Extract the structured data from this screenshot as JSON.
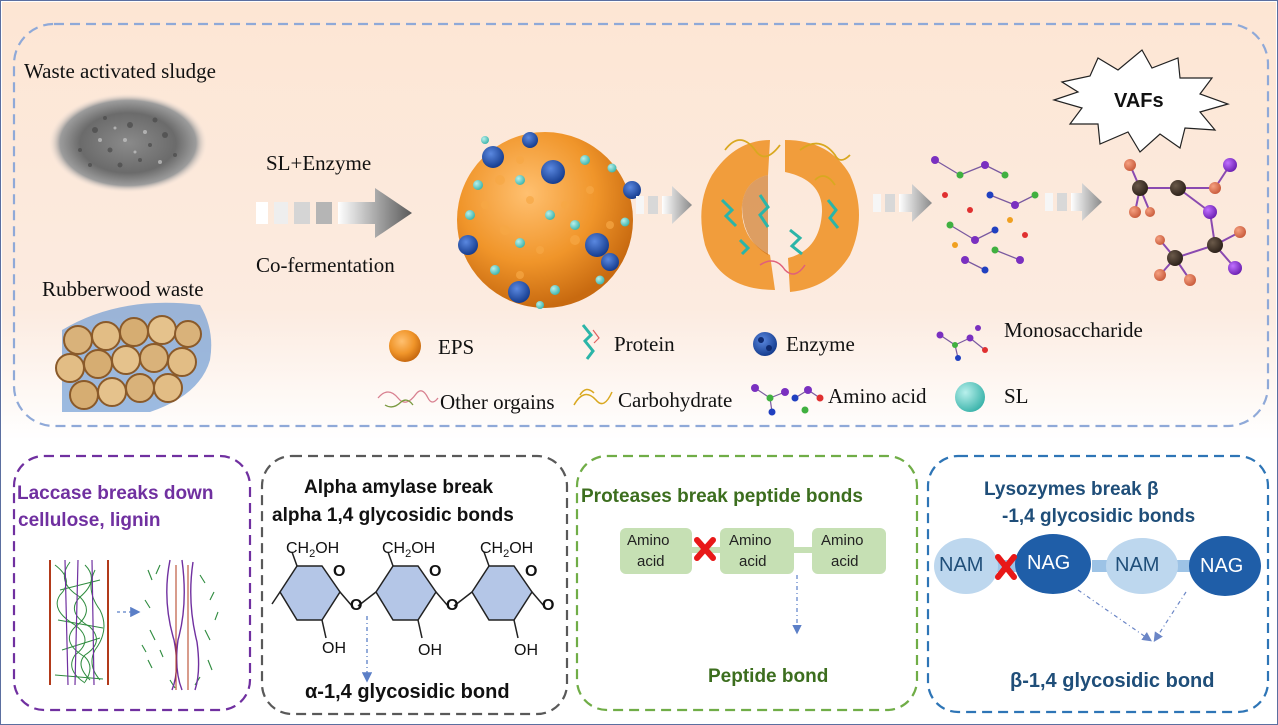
{
  "top": {
    "sources": {
      "sludge_label": "Waste activated sludge",
      "rubberwood_label": "Rubberwood waste"
    },
    "process": {
      "top_label": "SL+Enzyme",
      "bottom_label": "Co-fermentation"
    },
    "product_label": "VAFs",
    "legend": {
      "eps": "EPS",
      "protein": "Protein",
      "enzyme": "Enzyme",
      "monosaccharide": "Monosaccharide",
      "other_organics": "Other orgains",
      "carbohydrate": "Carbohydrate",
      "amino_acid": "Amino acid",
      "sl": "SL"
    }
  },
  "panels": {
    "laccase": {
      "title_line1": "Laccase breaks down",
      "title_line2": "cellulose, lignin"
    },
    "amylase": {
      "title_line1": "Alpha amylase break",
      "title_line2": "alpha 1,4 glycosidic bonds",
      "group_label": "CH2OH",
      "hydroxyl_label": "OH",
      "ring_oxygen": "O",
      "bond_label": "α-1,4 glycosidic bond"
    },
    "protease": {
      "title": "Proteases break peptide bonds",
      "amino_line1": "Amino",
      "amino_line2": "acid",
      "bond_label": "Peptide bond"
    },
    "lysozyme": {
      "title_line1": "Lysozymes break β",
      "title_line2": "-1,4 glycosidic bonds",
      "nam": "NAM",
      "nag": "NAG",
      "bond_label": "β-1,4 glycosidic bond"
    }
  },
  "colors": {
    "top_border": "#8fa9d8",
    "laccase_border": "#7030a0",
    "amylase_border": "#595959",
    "protease_border": "#70ad47",
    "lysozyme_border": "#2e75b6",
    "eps_orange": "#f0952a",
    "enzyme_blue": "#1f4fb0",
    "sl_teal": "#45c1b9",
    "cross_red": "#e81818",
    "protease_text": "#3c6e1e",
    "lysozyme_text": "#1f4e79",
    "amylase_ring": "#b4c6e7",
    "amino_box": "#c6e0b4",
    "nam_fill": "#bdd7ee",
    "nag_fill": "#1f5ea8"
  }
}
